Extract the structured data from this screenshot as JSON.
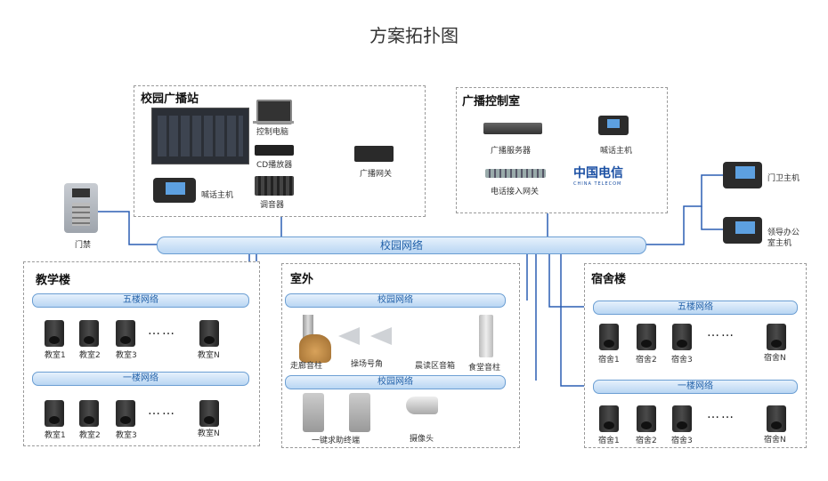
{
  "title": "方案拓扑图",
  "campus_network": "校园网络",
  "broadcast_station": {
    "title": "校园广播站",
    "items": [
      "控制电脑",
      "CD播放器",
      "调音器",
      "广播网关",
      "喊话主机"
    ]
  },
  "control_room": {
    "title": "广播控制室",
    "items": [
      "广播服务器",
      "喊话主机",
      "电话接入网关"
    ],
    "logo_text": "中国电信",
    "logo_sub": "CHINA TELECOM"
  },
  "right_devices": [
    "门卫主机",
    "领导办公",
    "室主机"
  ],
  "door_access": "门禁",
  "teaching": {
    "title": "教学楼",
    "net_5": "五楼网络",
    "net_1": "一楼网络",
    "rooms_5": [
      "教室1",
      "教室2",
      "教室3",
      "教室N"
    ],
    "rooms_1": [
      "教室1",
      "教室2",
      "教室3",
      "教室N"
    ],
    "dots": "……"
  },
  "outdoor": {
    "title": "室外",
    "net_top": "校园网络",
    "net_bottom": "校园网络",
    "items": [
      "走廊音柱",
      "操场号角",
      "晨读区音箱",
      "食堂音柱",
      "一键求助终端",
      "摄像头"
    ]
  },
  "dorm": {
    "title": "宿舍楼",
    "net_5": "五楼网络",
    "net_1": "一楼网络",
    "rooms_5": [
      "宿舍1",
      "宿舍2",
      "宿舍3",
      "宿舍N"
    ],
    "rooms_1": [
      "宿舍1",
      "宿舍2",
      "宿舍3",
      "宿舍N"
    ],
    "dots": "……"
  }
}
